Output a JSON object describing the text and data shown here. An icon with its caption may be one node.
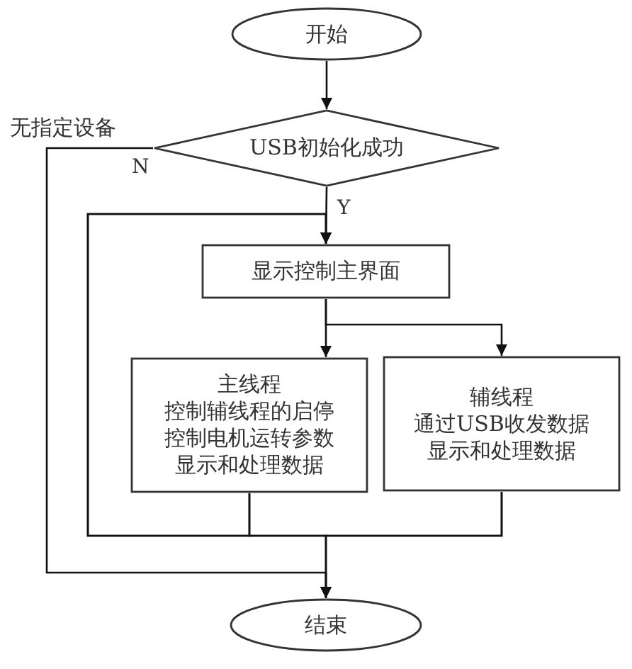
{
  "diagram": {
    "nodes": [
      {
        "text": [
          "开始"
        ]
      },
      {
        "text": [
          "USB初始化成功"
        ]
      },
      {
        "text": [
          "显示控制主界面"
        ]
      },
      {
        "text": [
          "主线程",
          "控制辅线程的启停",
          "控制电机运转参数",
          "显示和处理数据"
        ]
      },
      {
        "text": [
          "辅线程",
          "通过USB收发数据",
          "显示和处理数据"
        ]
      },
      {
        "text": [
          "结束"
        ]
      }
    ],
    "edges": [
      {
        "from": 0,
        "to": 1,
        "arrow": "to"
      },
      {
        "from": 1,
        "to": 2,
        "arrow": "to",
        "label": "Y"
      },
      {
        "from": 1,
        "to": 5,
        "arrow": "to",
        "label": "N"
      },
      {
        "from": 2,
        "to": 3,
        "arrow": "to"
      },
      {
        "from": 2,
        "to": 4,
        "arrow": "to"
      },
      {
        "from": 3,
        "to": 5,
        "arrow": "to"
      },
      {
        "from": 4,
        "to": 5,
        "arrow": "to"
      },
      {
        "from": 3,
        "to": 2,
        "arrow": "to"
      },
      {
        "from": 4,
        "to": 2,
        "arrow": "to"
      }
    ],
    "labels": [
      "无指定设备"
    ]
  }
}
